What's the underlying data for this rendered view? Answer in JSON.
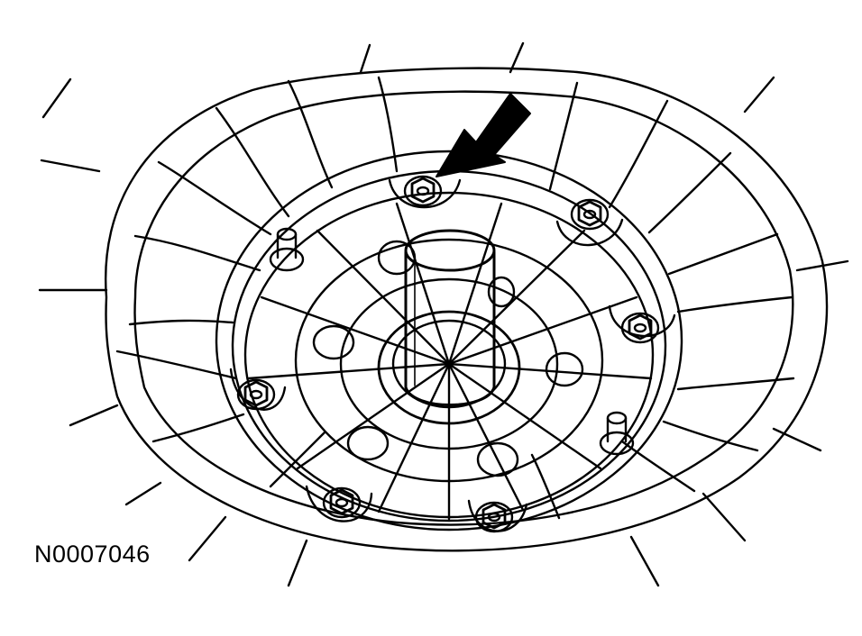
{
  "figure": {
    "reference_code": "N0007046"
  },
  "colors": {
    "ink": "#000000",
    "paper": "#ffffff"
  },
  "parts": {
    "arrow": "callout-arrow",
    "bolts": "hex-bolt-icon",
    "studs": "guide-stud-icon",
    "shaft": "input-shaft"
  }
}
